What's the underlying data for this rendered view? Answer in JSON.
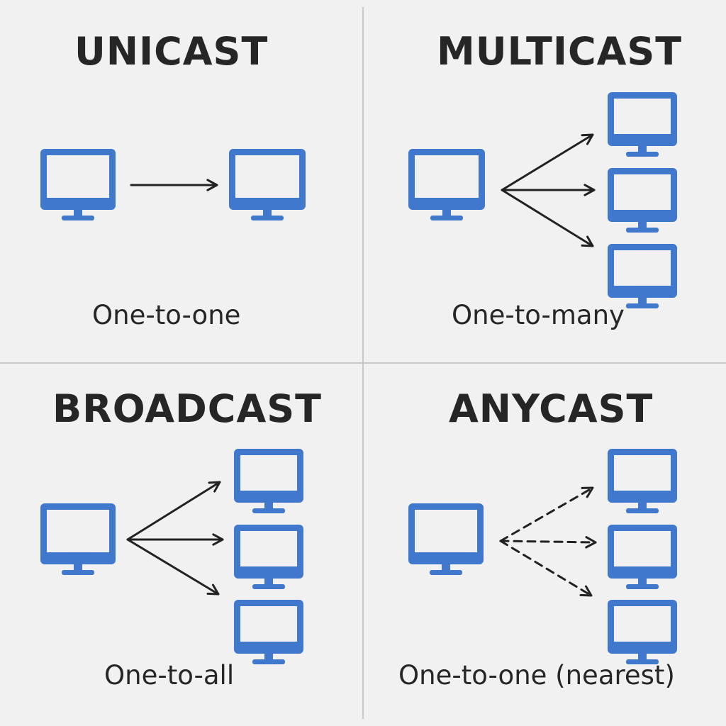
{
  "colors": {
    "background": "#f1f1f1",
    "monitor": "#3f78cd",
    "text": "#262626",
    "arrow": "#222222",
    "divider": "#c8c8c8"
  },
  "icons": {
    "computer": "monitor-icon"
  },
  "quadrants": {
    "unicast": {
      "title": "UNICAST",
      "caption": "One-to-one",
      "arrow_style": "solid",
      "receivers": 1
    },
    "multicast": {
      "title": "MULTICAST",
      "caption": "One-to-many",
      "arrow_style": "solid",
      "receivers": 3,
      "arrows": 3
    },
    "broadcast": {
      "title": "BROADCAST",
      "caption": "One-to-all",
      "arrow_style": "solid",
      "receivers": 3,
      "arrows": 3
    },
    "anycast": {
      "title": "ANYCAST",
      "caption": "One-to-one (nearest)",
      "arrow_style": "dashed",
      "receivers": 3,
      "arrows": 3
    }
  }
}
